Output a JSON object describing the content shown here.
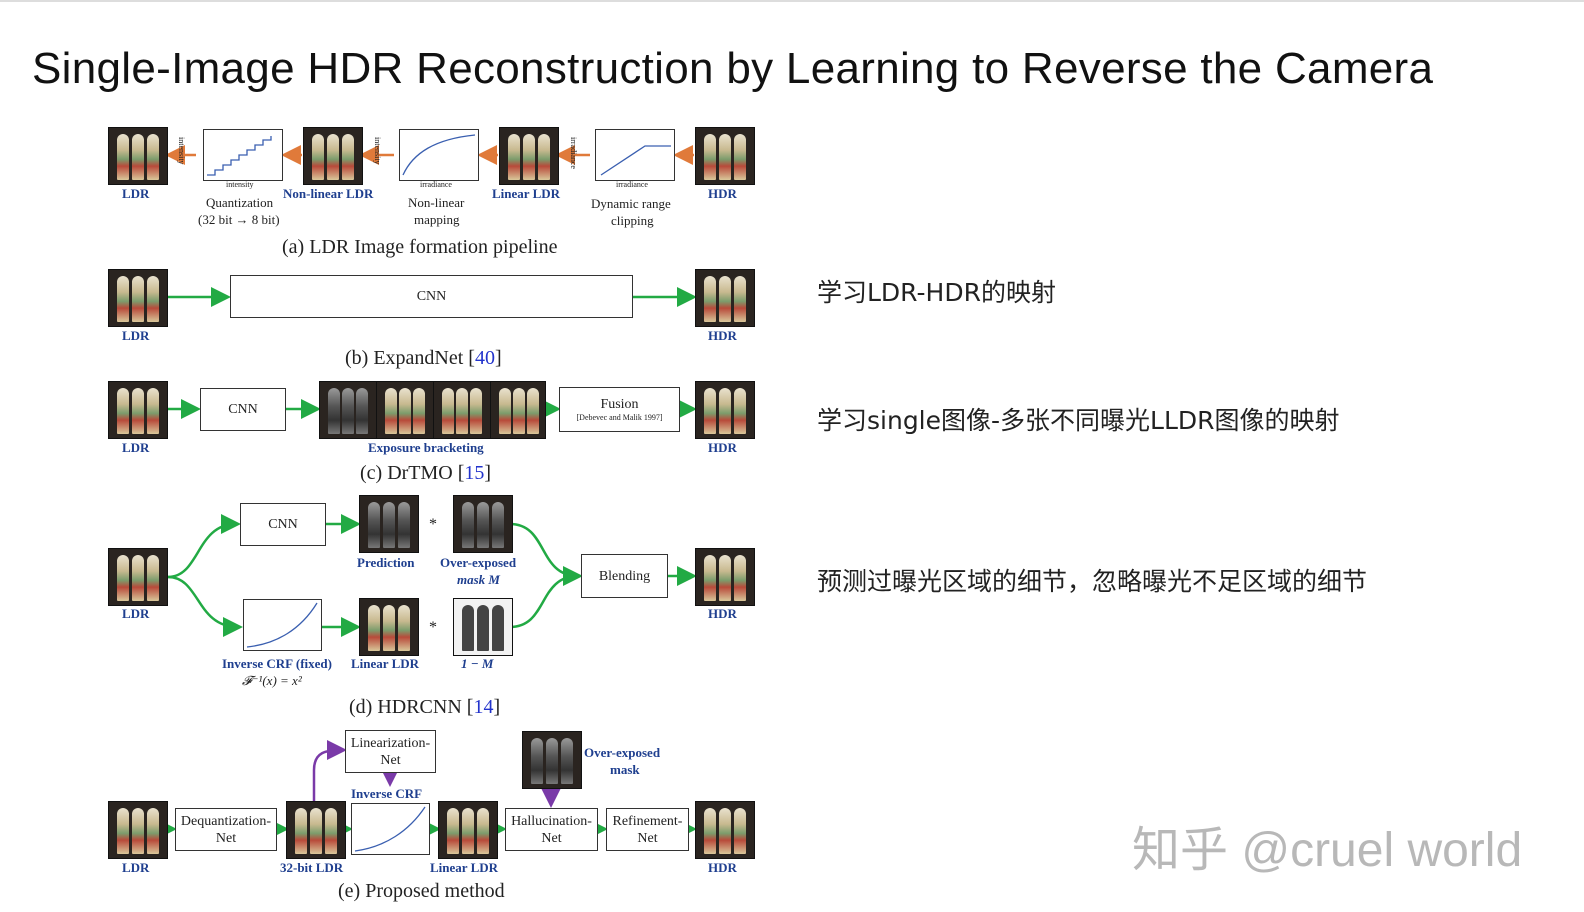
{
  "title": "Single-Image HDR Reconstruction by Learning to Reverse the Camera",
  "labels": {
    "ldr": "LDR",
    "hdr": "HDR",
    "nonlinear_ldr": "Non-linear LDR",
    "linear_ldr": "Linear LDR",
    "cnn": "CNN",
    "exposure_bracketing": "Exposure bracketing",
    "fusion": "Fusion",
    "fusion_ref": "[Debevec and Malik 1997]",
    "prediction": "Prediction",
    "over_exposed_mask_m_1": "Over-exposed",
    "over_exposed_mask_m_2": "mask M",
    "one_minus_m": "1 − M",
    "blending": "Blending",
    "inverse_crf_fixed": "Inverse CRF (fixed)",
    "inverse_crf_formula": "𝓕⁻¹(x) = x²",
    "star": "*",
    "linearization_net_1": "Linearization-",
    "linearization_net_2": "Net",
    "inverse_crf": "Inverse CRF",
    "over_exposed_mask_1": "Over-exposed",
    "over_exposed_mask_2": "mask",
    "dequantization_net_1": "Dequantization-",
    "dequantization_net_2": "Net",
    "bit32_ldr": "32-bit LDR",
    "hallucination_net_1": "Hallucination-",
    "hallucination_net_2": "Net",
    "refinement_net_1": "Refinement-",
    "refinement_net_2": "Net"
  },
  "pipeline_a": {
    "quant_l1": "Quantization",
    "quant_l2": "(32 bit → 8 bit)",
    "nonlin_l1": "Non-linear",
    "nonlin_l2": "mapping",
    "dr_l1": "Dynamic range",
    "dr_l2": "clipping",
    "axis_intensity": "intensity",
    "axis_irradiance": "irradiance"
  },
  "captions": {
    "a": "(a) LDR Image formation pipeline",
    "b_text": "(b) ExpandNet [",
    "b_ref": "40",
    "c_text": "(c) DrTMO [",
    "c_ref": "15",
    "d_text": "(d) HDRCNN [",
    "d_ref": "14",
    "close": "]",
    "e": "(e) Proposed method"
  },
  "notes": {
    "b": "学习LDR-HDR的映射",
    "c": "学习single图像-多张不同曝光LLDR图像的映射",
    "d": "预测过曝光区域的细节，忽略曝光不足区域的细节"
  },
  "watermark": "知乎 @cruel world",
  "colors": {
    "orange_arrow": "#e07a3a",
    "green_arrow": "#22aa44",
    "purple_arrow": "#7a3aa8",
    "label_blue": "#1f3f8f",
    "ref_blue": "#2233cc"
  }
}
